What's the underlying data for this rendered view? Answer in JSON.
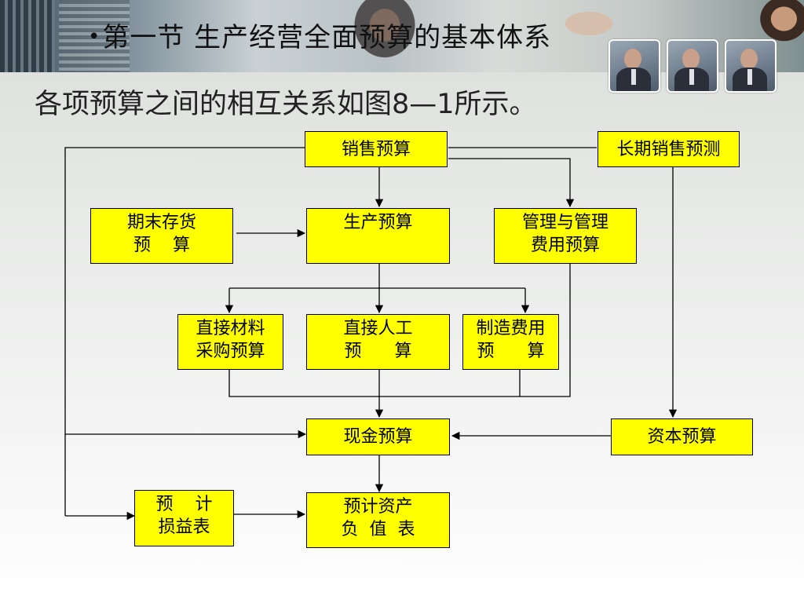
{
  "slide": {
    "title": "第一节   生产经营全面预算的基本体系",
    "subtitle": "各项预算之间的相互关系如图8—1所示。"
  },
  "diagram": {
    "nodes": {
      "sales": "销售预算",
      "long_forecast": "长期销售预测",
      "ending_inventory": "期末存货\n预    算",
      "production": "生产预算",
      "admin": "管理与管理\n费用预算",
      "materials": "直接材料\n采购预算",
      "labor": "直接人工\n预      算",
      "overhead": "制造费用\n预      算",
      "cash": "现金预算",
      "capital": "资本预算",
      "income": "预    计\n损益表",
      "balance": "预计资产\n负  值  表"
    }
  }
}
